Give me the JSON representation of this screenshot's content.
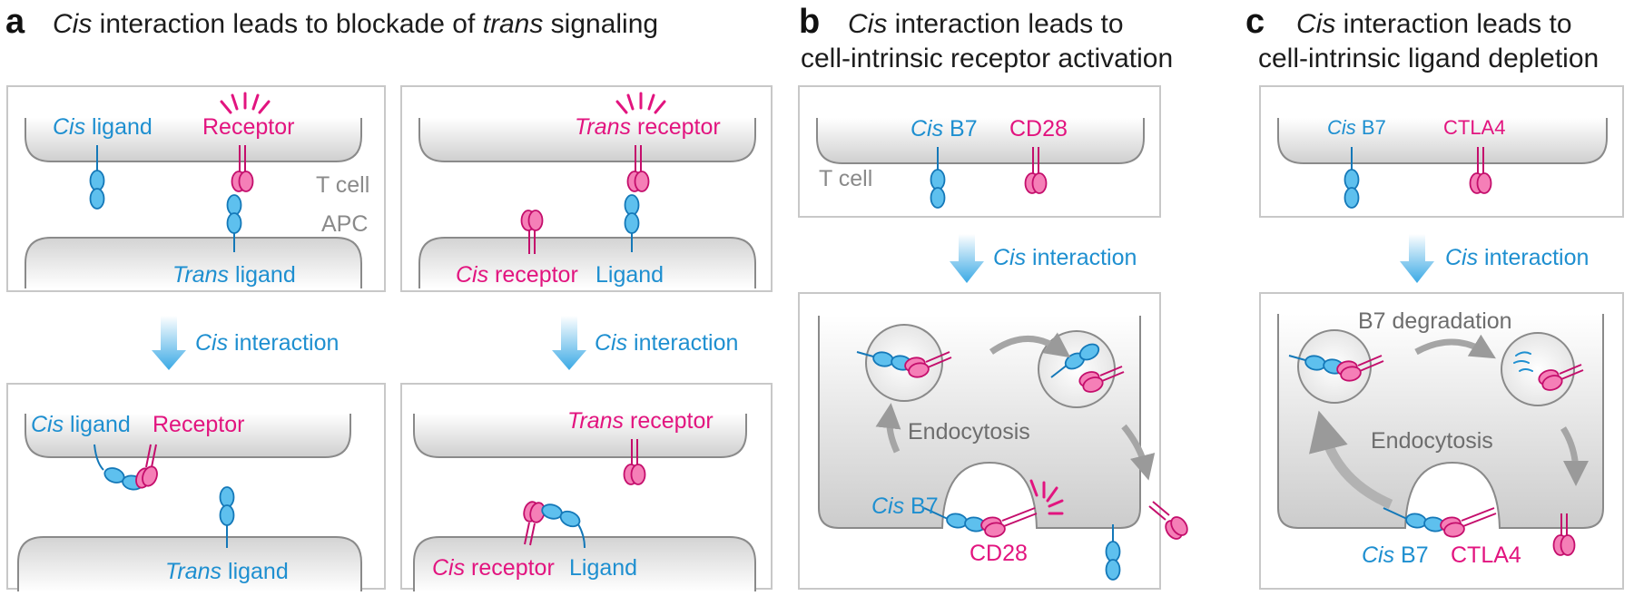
{
  "panel_a": {
    "letter": "a",
    "title_italic": "Cis",
    "title_mid": " interaction leads to blockade of ",
    "title_italic2": "trans",
    "title_end": " signaling",
    "box1": {
      "cis_ligand_italic": "Cis",
      "cis_ligand_rest": " ligand",
      "receptor": "Receptor",
      "t_cell": "T cell",
      "apc": "APC",
      "trans_ligand_italic": "Trans",
      "trans_ligand_rest": " ligand"
    },
    "box2": {
      "trans_receptor_italic": "Trans",
      "trans_receptor_rest": " receptor",
      "cis_receptor_italic": "Cis",
      "cis_receptor_rest": " receptor",
      "ligand": "Ligand"
    },
    "arrow1_italic": "Cis",
    "arrow1_rest": " interaction",
    "arrow2_italic": "Cis",
    "arrow2_rest": " interaction",
    "box3": {
      "cis_ligand_italic": "Cis",
      "cis_ligand_rest": " ligand",
      "receptor": "Receptor",
      "trans_ligand_italic": "Trans",
      "trans_ligand_rest": " ligand"
    },
    "box4": {
      "trans_receptor_italic": "Trans",
      "trans_receptor_rest": " receptor",
      "cis_receptor_italic": "Cis",
      "cis_receptor_rest": " receptor",
      "ligand": "Ligand"
    }
  },
  "panel_b": {
    "letter": "b",
    "title_italic": "Cis",
    "title_line1_rest": " interaction leads to",
    "title_line2": "cell-intrinsic receptor activation",
    "top": {
      "cis_b7_italic": "Cis",
      "cis_b7_rest": " B7",
      "cd28": "CD28",
      "t_cell": "T cell"
    },
    "arrow_italic": "Cis",
    "arrow_rest": " interaction",
    "bottom": {
      "endocytosis": "Endocytosis",
      "cis_b7_italic": "Cis",
      "cis_b7_rest": " B7",
      "cd28": "CD28"
    }
  },
  "panel_c": {
    "letter": "c",
    "title_italic": "Cis",
    "title_line1_rest": " interaction leads to",
    "title_line2": "cell-intrinsic ligand depletion",
    "top": {
      "cis_b7_italic": "Cis",
      "cis_b7_rest": " B7",
      "ctla4": "CTLA4"
    },
    "arrow_italic": "Cis",
    "arrow_rest": " interaction",
    "bottom": {
      "b7_degradation": "B7 degradation",
      "endocytosis": "Endocytosis",
      "cis_b7_italic": "Cis",
      "cis_b7_rest": " B7",
      "ctla4": "CTLA4"
    }
  },
  "colors": {
    "ligand": "#1e8fd0",
    "receptor": "#e2147f",
    "membrane": "#8a8a8a",
    "arrow": "#5bb8ea"
  }
}
